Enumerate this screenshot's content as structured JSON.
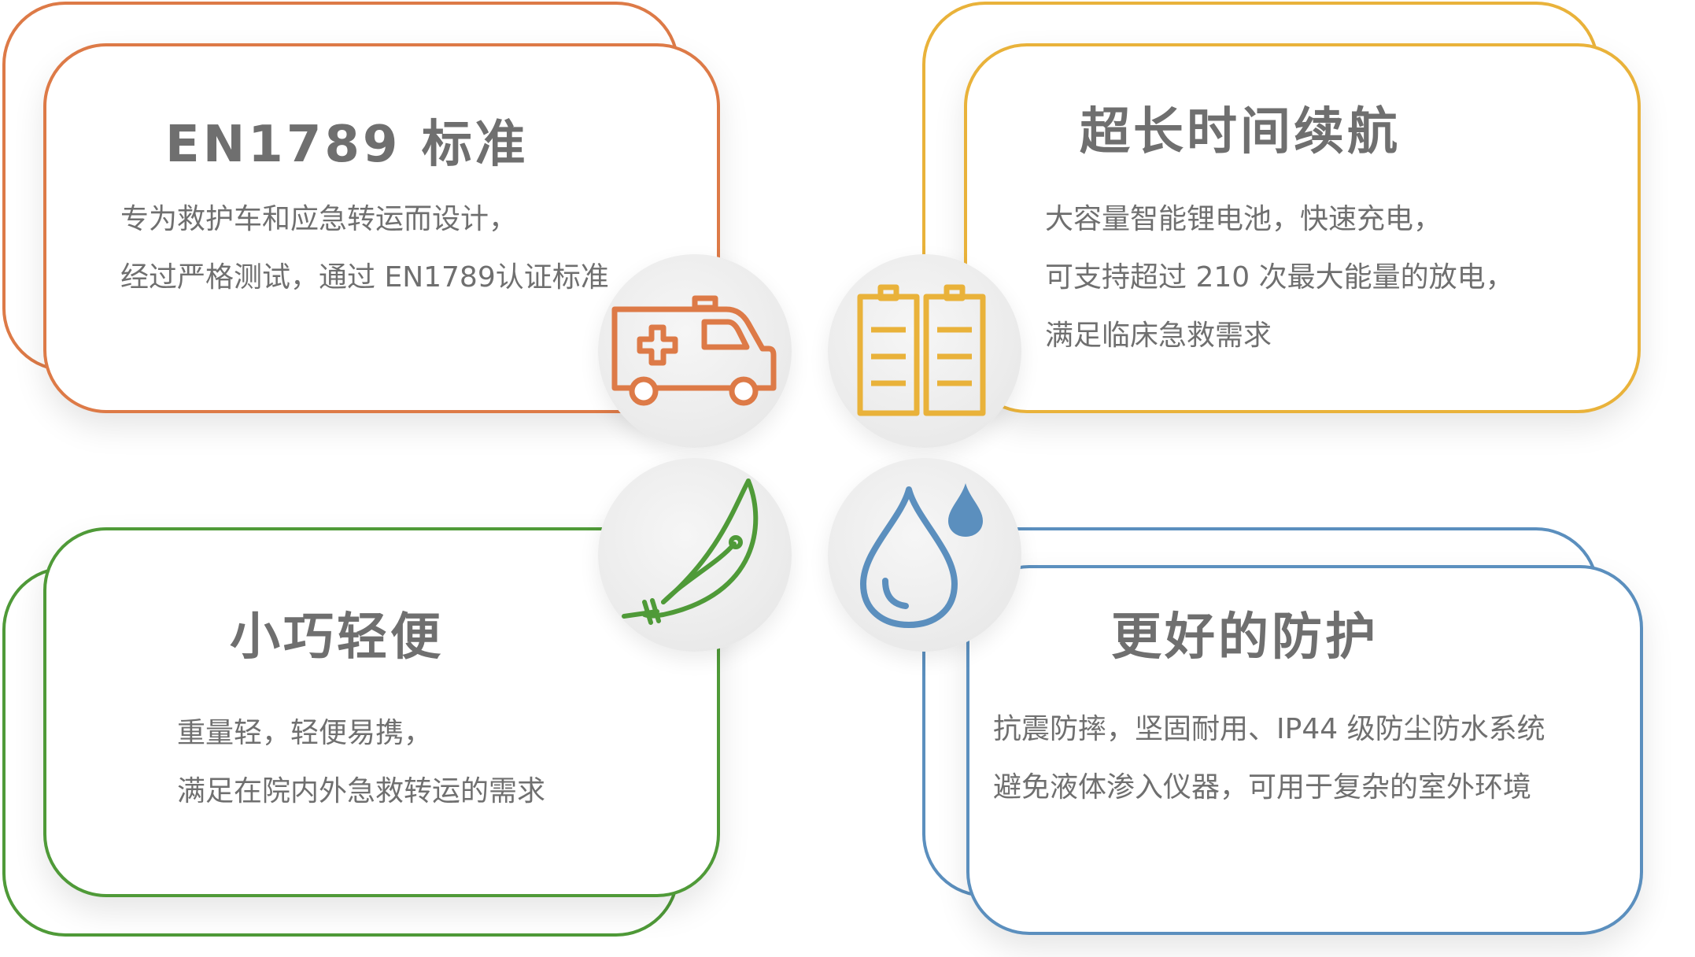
{
  "colors": {
    "orange": "#dd7a47",
    "yellow": "#e9b23a",
    "green": "#4f9a38",
    "blue": "#5b8fbe",
    "text": "#6f6f6f"
  },
  "cards": {
    "en1789": {
      "title": "EN1789 标准",
      "lines": [
        "专为救护车和应急转运而设计，",
        "经过严格测试，通过 EN1789认证标准"
      ],
      "icon": "ambulance-icon"
    },
    "battery": {
      "title": "超长时间续航",
      "lines": [
        "大容量智能锂电池，快速充电，",
        "可支持超过 210 次最大能量的放电，",
        "满足临床急救需求"
      ],
      "icon": "battery-icon"
    },
    "light": {
      "title": "小巧轻便",
      "lines": [
        "重量轻，轻便易携，",
        "满足在院内外急救转运的需求"
      ],
      "icon": "feather-icon"
    },
    "protection": {
      "title": "更好的防护",
      "lines": [
        "抗震防摔，坚固耐用、IP44 级防尘防水系统",
        "避免液体渗入仪器，可用于复杂的室外环境"
      ],
      "icon": "water-drop-icon"
    }
  }
}
